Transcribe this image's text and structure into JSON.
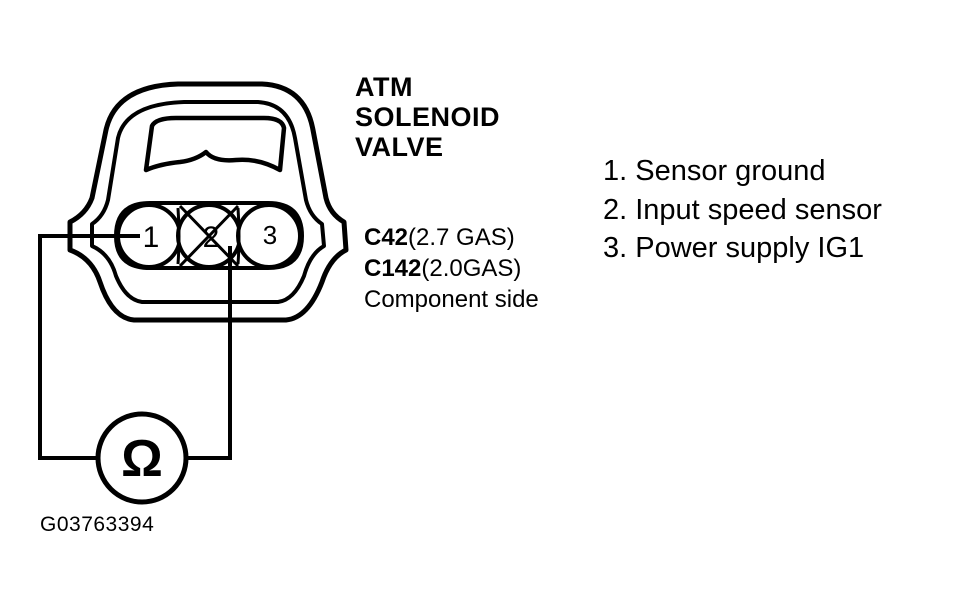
{
  "component": {
    "title_lines": [
      "ATM",
      "SOLENOID",
      "VALVE"
    ]
  },
  "connector": {
    "codes": [
      {
        "code": "C42",
        "spec": "(2.7 GAS)"
      },
      {
        "code": "C142",
        "spec": "(2.0GAS)"
      }
    ],
    "side_note": "Component side",
    "pins": [
      "1",
      "2",
      "3"
    ]
  },
  "legend": [
    "1. Sensor ground",
    "2. Input speed sensor",
    "3. Power supply IG1"
  ],
  "meter": {
    "symbol": "Ω",
    "icon": "ohmmeter-icon"
  },
  "figure_id": "G03763394"
}
